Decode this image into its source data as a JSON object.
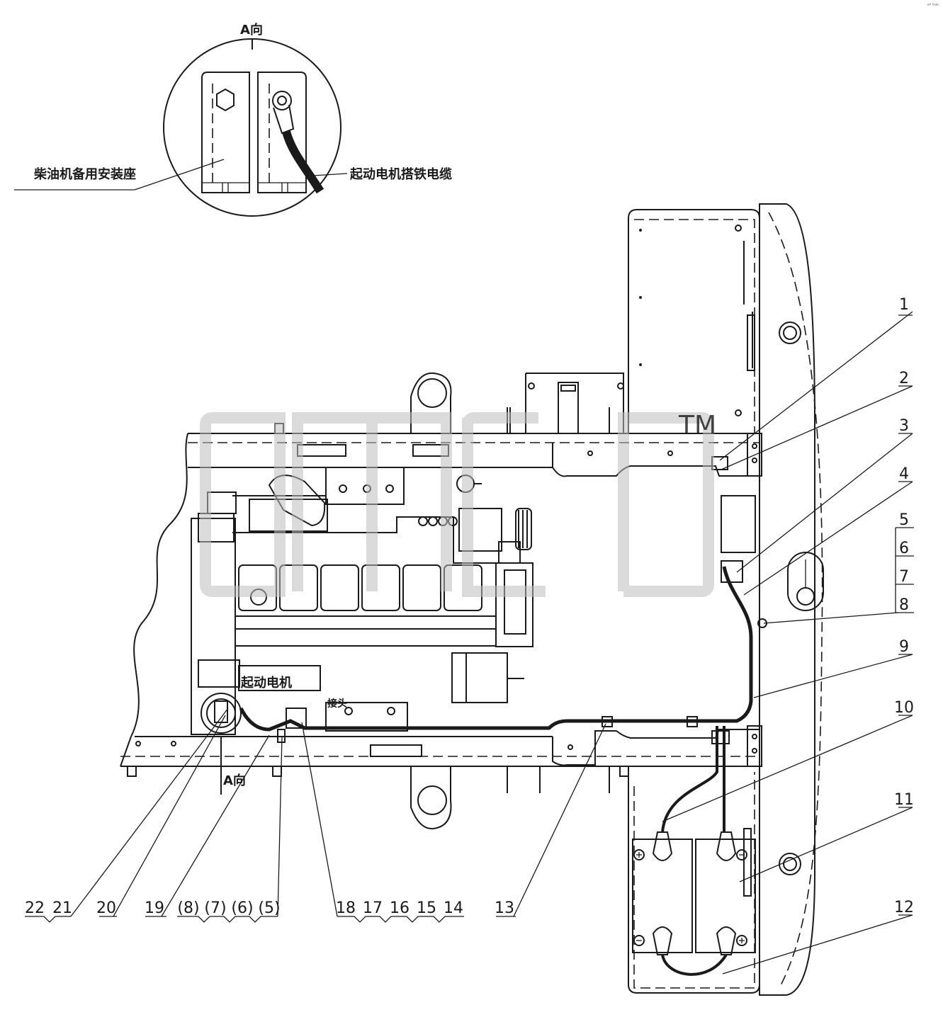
{
  "corner_mark": "ᵒᴾ ᵇᵃᵇ",
  "view_label": "A向",
  "view_marker": "A向",
  "detail_labels": {
    "backup_seat": "柴油机备用安装座",
    "ground_cable": "起动电机搭铁电缆"
  },
  "inline_labels": {
    "starter_motor": "起动电机",
    "connector": "接头"
  },
  "watermark": {
    "mark": "TM"
  },
  "callouts_right": [
    "1",
    "2",
    "3",
    "4",
    "5",
    "6",
    "7",
    "8",
    "9",
    "10",
    "11",
    "12"
  ],
  "callouts_bottom": [
    "22",
    "21",
    "20",
    "19",
    "(8)",
    "(7)",
    "(6)",
    "(5)",
    "18",
    "17",
    "16",
    "15",
    "14",
    "13"
  ]
}
